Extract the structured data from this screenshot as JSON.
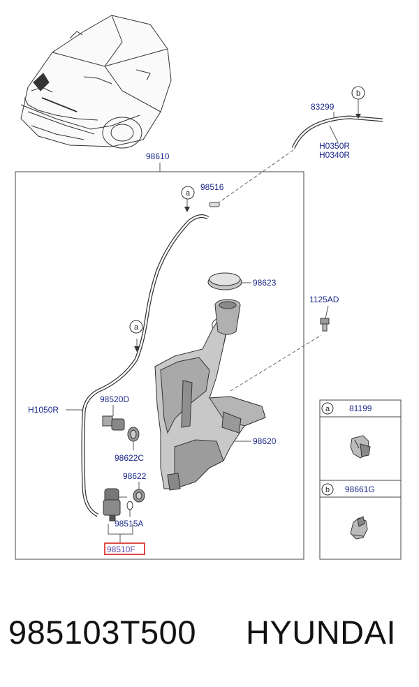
{
  "labels": {
    "l83299": "83299",
    "lH0350R": "H0350R",
    "lH0340R": "H0340R",
    "l98610": "98610",
    "l98516": "98516",
    "l98623": "98623",
    "l1125AD": "1125AD",
    "lH1050R": "H1050R",
    "l98520D": "98520D",
    "l98622C": "98622C",
    "l98620": "98620",
    "l98622": "98622",
    "l98515A": "98515A",
    "l98510F": "98510F",
    "l81199": "81199",
    "l98661G": "98661G"
  },
  "callouts": {
    "a": "a",
    "b": "b"
  },
  "footer": {
    "part_number": "985103T500",
    "brand": "HYUNDAI"
  },
  "colors": {
    "label": "#1c2a8a",
    "highlight": "#e04848",
    "line": "#555555"
  }
}
